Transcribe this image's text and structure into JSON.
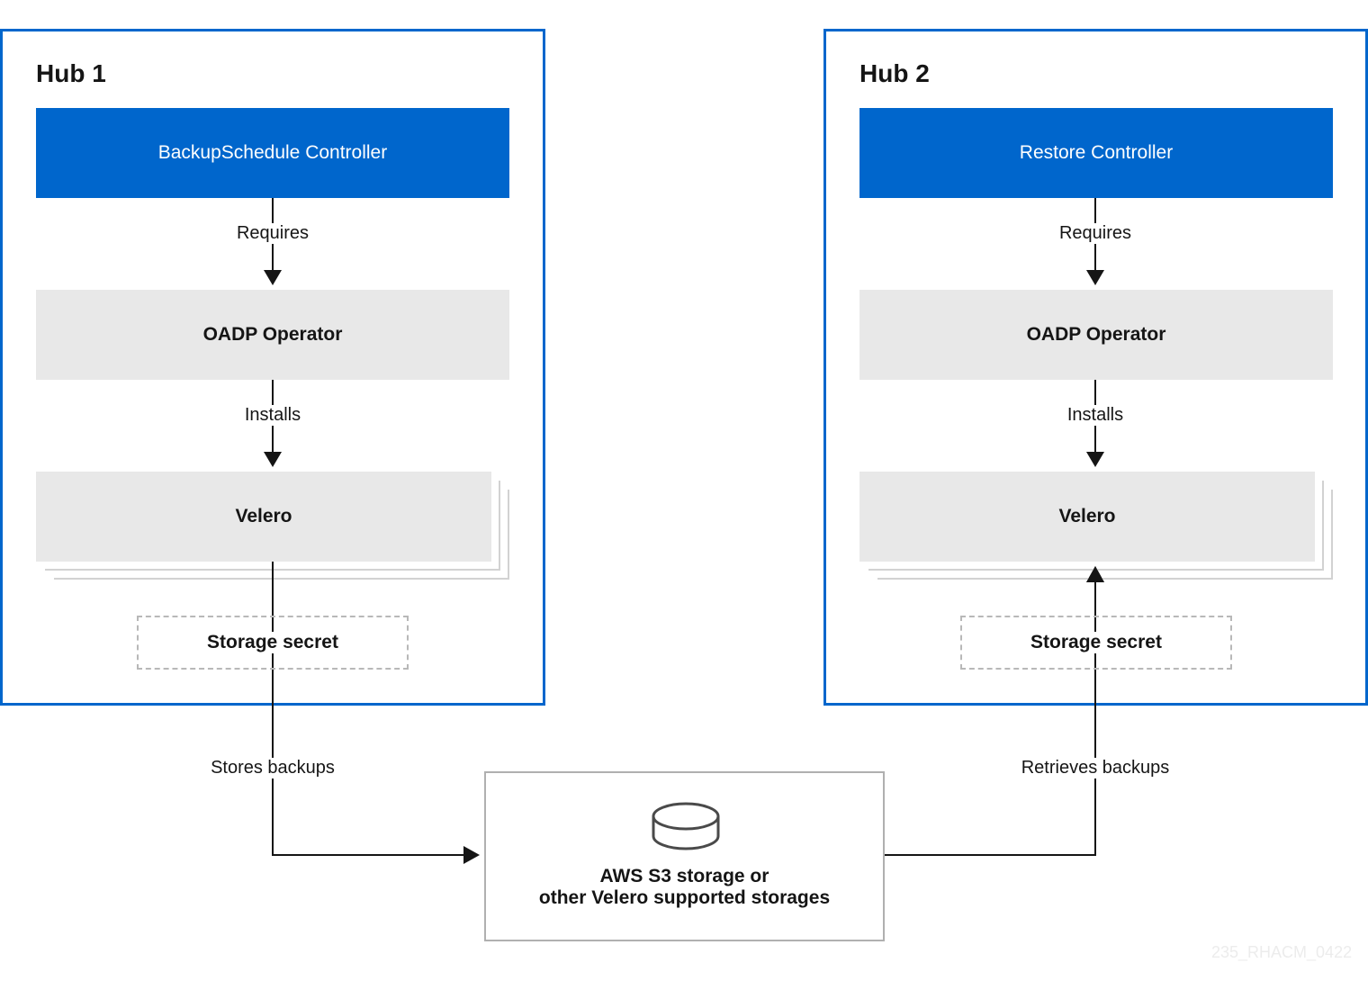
{
  "hub1": {
    "title": "Hub 1",
    "controller": "BackupSchedule Controller",
    "requires_label": "Requires",
    "operator": "OADP Operator",
    "installs_label": "Installs",
    "velero": "Velero",
    "secret": "Storage secret",
    "flow_label": "Stores backups"
  },
  "hub2": {
    "title": "Hub 2",
    "controller": "Restore Controller",
    "requires_label": "Requires",
    "operator": "OADP Operator",
    "installs_label": "Installs",
    "velero": "Velero",
    "secret": "Storage secret",
    "flow_label": "Retrieves backups"
  },
  "storage": {
    "icon": "database-icon",
    "line1": "AWS S3 storage or",
    "line2": "other Velero supported storages"
  },
  "watermark": "235_RHACM_0422",
  "colors": {
    "accent": "#0066cc",
    "box_grey": "#e8e8e8",
    "line": "#151515"
  }
}
